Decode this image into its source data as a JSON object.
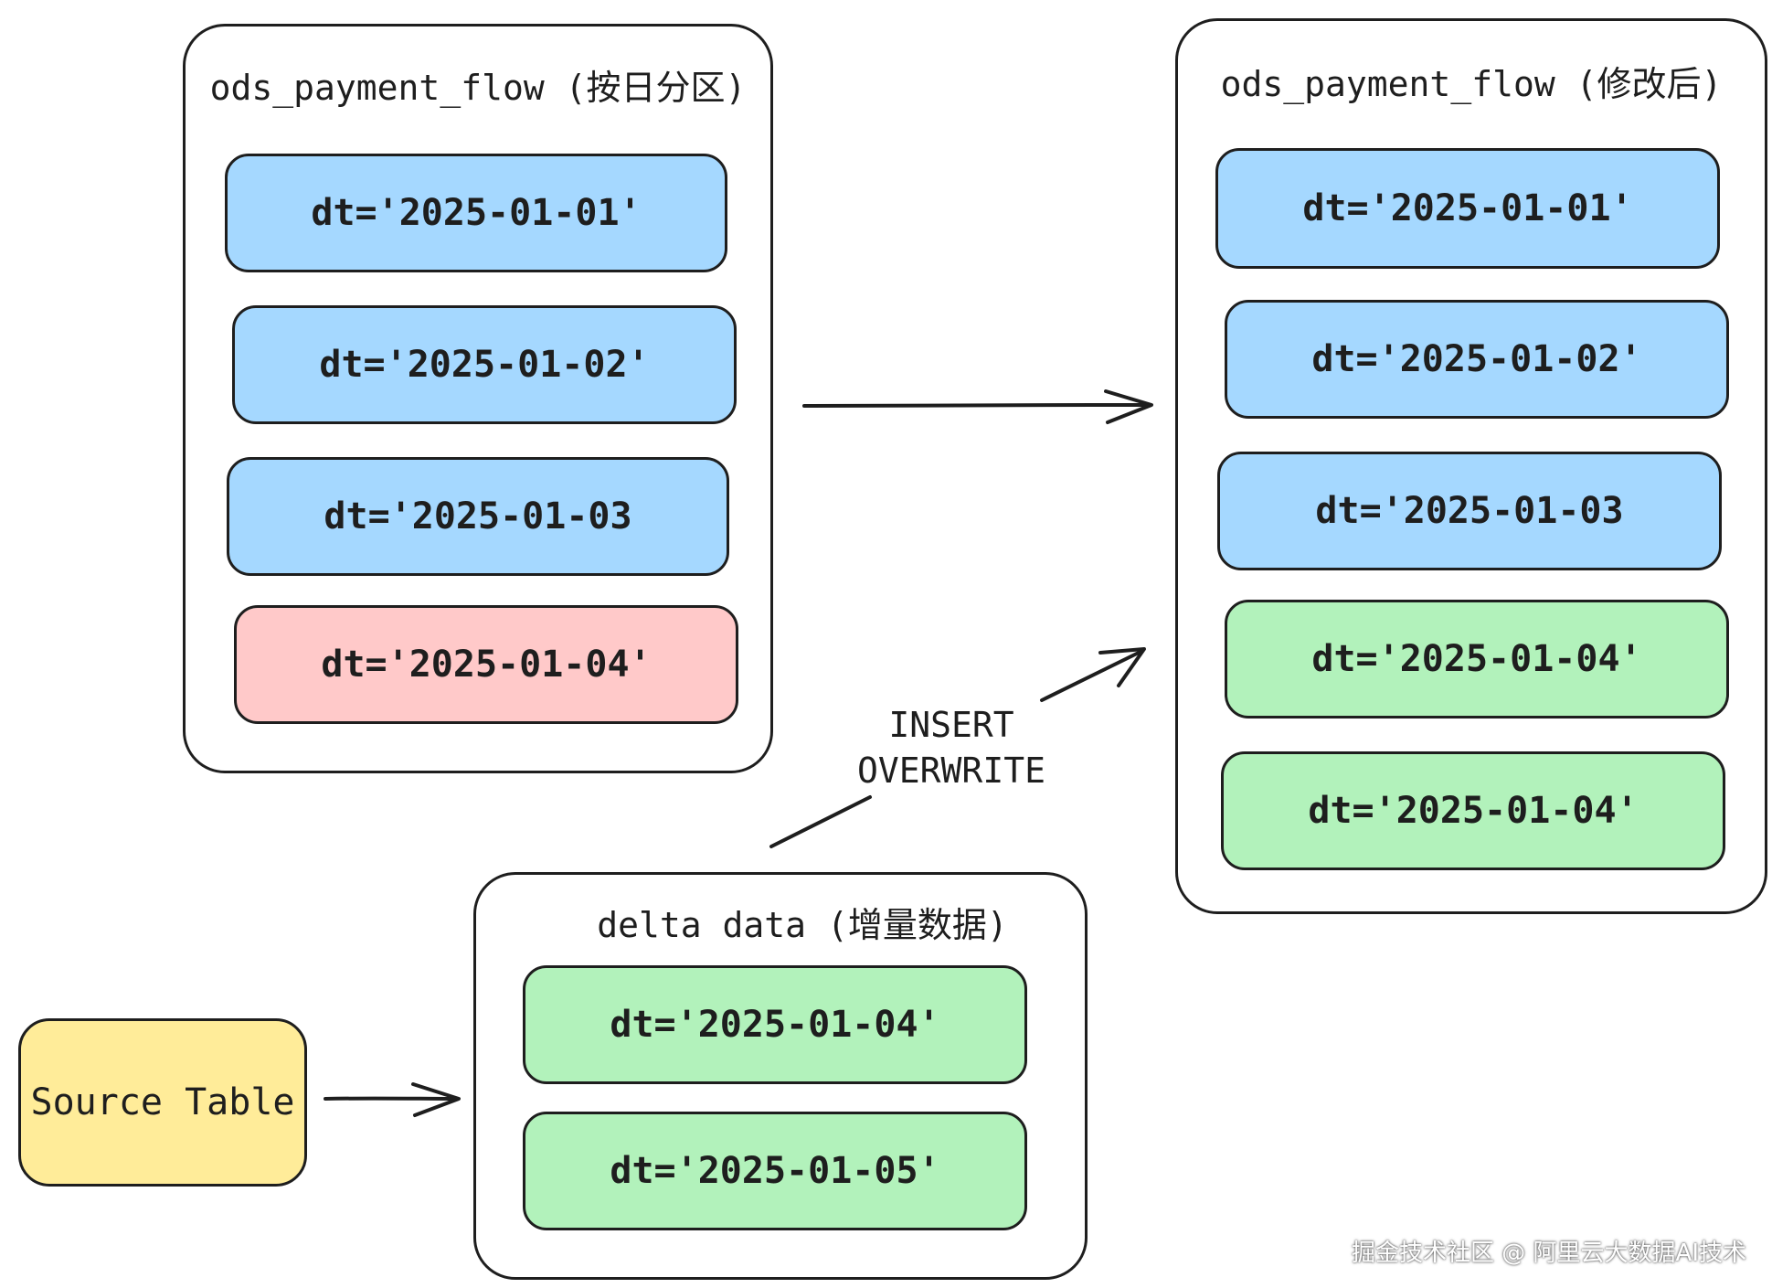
{
  "left_table": {
    "title": "ods_payment_flow (按日分区)",
    "partitions": [
      {
        "label": "dt='2025-01-01'",
        "color": "#a5d8ff"
      },
      {
        "label": "dt='2025-01-02'",
        "color": "#a5d8ff"
      },
      {
        "label": "dt='2025-01-03",
        "color": "#a5d8ff"
      },
      {
        "label": "dt='2025-01-04'",
        "color": "#ffc9c9"
      }
    ]
  },
  "right_table": {
    "title": "ods_payment_flow (修改后)",
    "partitions": [
      {
        "label": "dt='2025-01-01'",
        "color": "#a5d8ff"
      },
      {
        "label": "dt='2025-01-02'",
        "color": "#a5d8ff"
      },
      {
        "label": "dt='2025-01-03",
        "color": "#a5d8ff"
      },
      {
        "label": "dt='2025-01-04'",
        "color": "#b2f2bb"
      },
      {
        "label": "dt='2025-01-04'",
        "color": "#b2f2bb"
      }
    ]
  },
  "delta_table": {
    "title": "delta data (增量数据)",
    "partitions": [
      {
        "label": "dt='2025-01-04'",
        "color": "#b2f2bb"
      },
      {
        "label": "dt='2025-01-05'",
        "color": "#b2f2bb"
      }
    ]
  },
  "source_table": {
    "label": "Source Table",
    "color": "#ffec99"
  },
  "edges": {
    "insert_overwrite_line1": "INSERT",
    "insert_overwrite_line2": "OVERWRITE"
  },
  "watermark": "掘金技术社区 @ 阿里云大数据AI技术"
}
